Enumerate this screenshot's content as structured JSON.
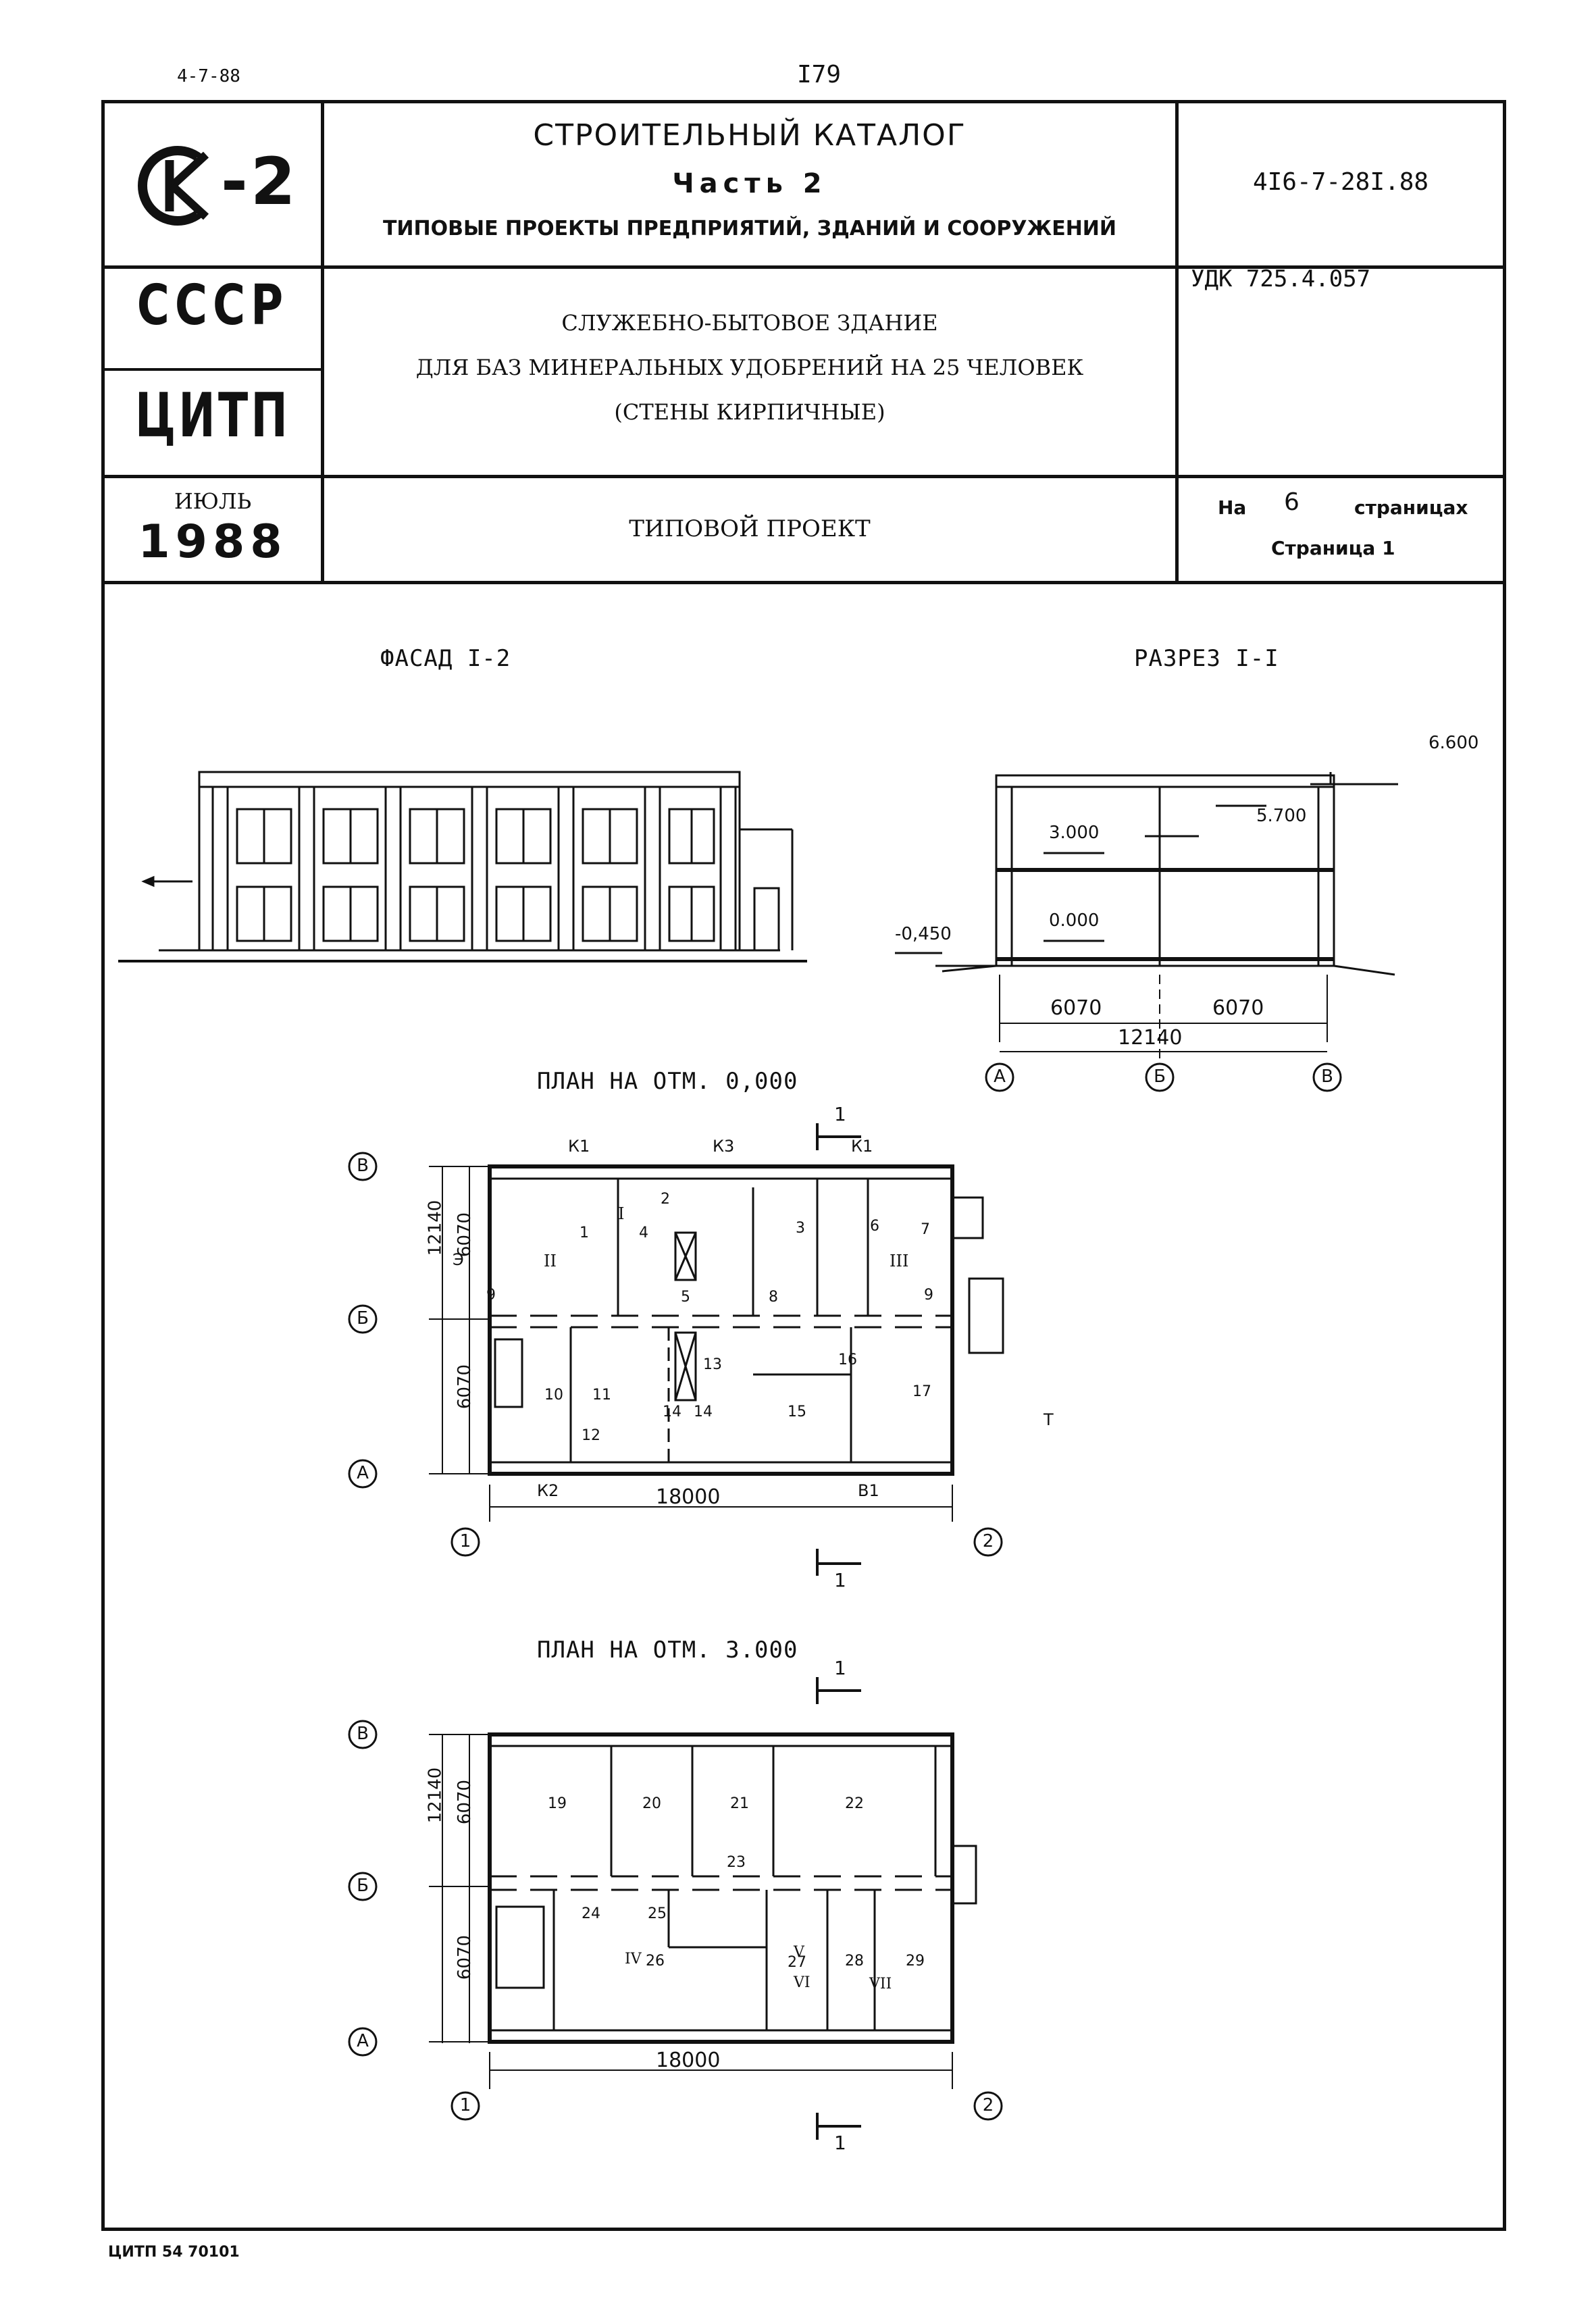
{
  "top": {
    "date": "4-7-88",
    "page_number": "I79"
  },
  "header": {
    "logo": "К-2",
    "country": "СССР",
    "org": "ЦИТП",
    "month": "ИЮЛЬ",
    "year": "1988",
    "catalog_title": "СТРОИТЕЛЬНЫЙ КАТАЛОГ",
    "catalog_part": "Часть 2",
    "catalog_subtitle": "ТИПОВЫЕ ПРОЕКТЫ ПРЕДПРИЯТИЙ, ЗДАНИЙ И СООРУЖЕНИЙ",
    "code": "4I6-7-28I.88",
    "udk": "УДК 725.4.057",
    "title_line1": "СЛУЖЕБНО-БЫТОВОЕ ЗДАНИЕ",
    "title_line2": "ДЛЯ БАЗ МИНЕРАЛЬНЫХ УДОБРЕНИЙ НА 25 ЧЕЛОВЕК",
    "title_line3": "(СТЕНЫ КИРПИЧНЫЕ)",
    "project_type": "ТИПОВОЙ ПРОЕКТ",
    "pages_prefix": "На",
    "pages_count": "6",
    "pages_suffix": "страницах",
    "page_label": "Страница 1"
  },
  "drawings": {
    "facade_title": "ФАСАД I-2",
    "section_title": "РАЗРЕЗ I-I",
    "plan1_title": "ПЛАН НА ОТМ. 0,000",
    "plan2_title": "ПЛАН НА ОТМ. 3.000",
    "elev_top": "6.600",
    "elev_5700": "5.700",
    "elev_3000": "3.000",
    "elev_0000": "0.000",
    "elev_minus": "-0,450",
    "dim_6070": "6070",
    "dim_12140": "12140",
    "dim_18000": "18000",
    "axis_a": "А",
    "axis_b": "Б",
    "axis_v": "В",
    "axis_1": "1",
    "axis_2": "2",
    "cut_mark": "1",
    "marks_plan1": [
      "К1",
      "К3",
      "К1",
      "К2",
      "В1",
      "Э",
      "Т"
    ],
    "roman": [
      "I",
      "II",
      "III",
      "IV",
      "V",
      "VI",
      "VII"
    ],
    "rooms_plan1": [
      "1",
      "2",
      "3",
      "4",
      "5",
      "6",
      "7",
      "8",
      "9",
      "9",
      "10",
      "11",
      "12",
      "13",
      "14",
      "14",
      "15",
      "16",
      "17"
    ],
    "rooms_plan2": [
      "19",
      "20",
      "21",
      "22",
      "23",
      "24",
      "25",
      "26",
      "27",
      "28",
      "29"
    ]
  },
  "footer": {
    "ref": "ЦИТП 54 70101"
  }
}
